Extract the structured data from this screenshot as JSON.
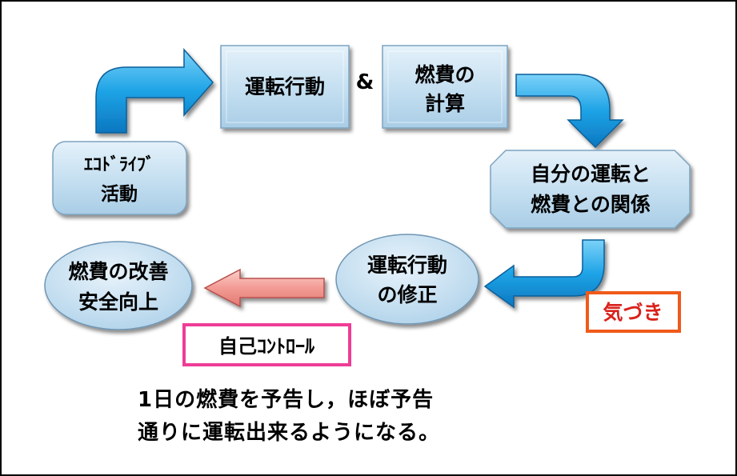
{
  "nodes": {
    "driving_action": "運転行動",
    "ampersand": "&",
    "fuel_calc_line1": "燃費の",
    "fuel_calc_line2": "計算",
    "relation_line1": "自分の運転と",
    "relation_line2": "燃費との関係",
    "correction_line1": "運転行動",
    "correction_line2": "の修正",
    "improvement_line1": "燃費の改善",
    "improvement_line2": "安全向上",
    "ecodrive_line1": "ｴｺﾄﾞﾗｲﾌﾞ",
    "ecodrive_line2": "活動"
  },
  "labels": {
    "awareness": "気づき",
    "self_control": "自己ｺﾝﾄﾛｰﾙ"
  },
  "summary": {
    "line1": "1日の燃費を予告し，ほぼ予告",
    "line2": "通りに運転出来るようになる。"
  },
  "colors": {
    "box_fill": "#c5dff0",
    "arrow_blue": "#1f9fe0",
    "arrow_pink": "#f4a09a",
    "awareness_border": "#f05a1a",
    "awareness_text": "#d9221b",
    "self_control_border": "#ee3d96"
  }
}
